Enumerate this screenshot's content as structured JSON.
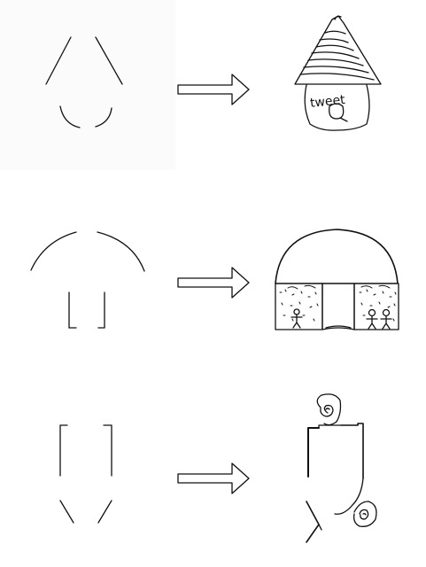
{
  "panels": [
    {
      "sketch": "tear-drop-outline",
      "result": "birdhouse",
      "result_text": "tweet"
    },
    {
      "sketch": "dome-with-legs",
      "result": "mushroom-house",
      "result_text": ""
    },
    {
      "sketch": "bracket-with-diagonals",
      "result": "abstract-creature",
      "result_text": ""
    }
  ],
  "colors": {
    "stroke": "#111111",
    "background": "#ffffff",
    "arrow_fill": "#ffffff"
  }
}
